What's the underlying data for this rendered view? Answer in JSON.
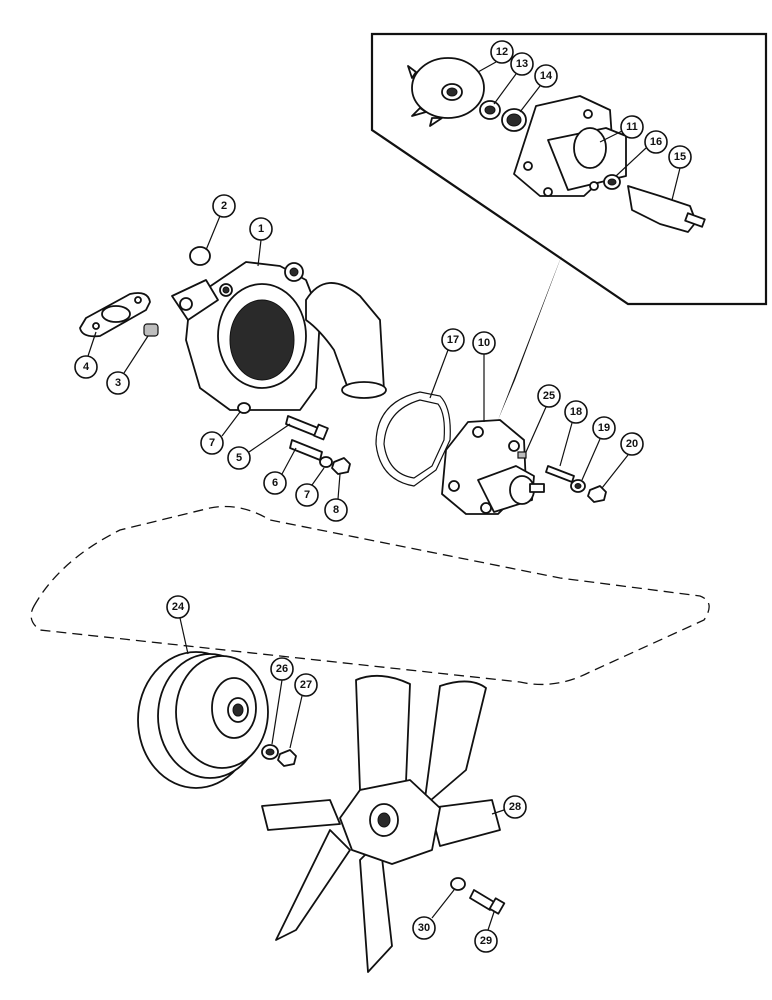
{
  "diagram": {
    "callouts": [
      {
        "id": "c1",
        "label": "1"
      },
      {
        "id": "c2",
        "label": "2"
      },
      {
        "id": "c3",
        "label": "3"
      },
      {
        "id": "c4",
        "label": "4"
      },
      {
        "id": "c5",
        "label": "5"
      },
      {
        "id": "c6",
        "label": "6"
      },
      {
        "id": "c7a",
        "label": "7"
      },
      {
        "id": "c7b",
        "label": "7"
      },
      {
        "id": "c8",
        "label": "8"
      },
      {
        "id": "c10",
        "label": "10"
      },
      {
        "id": "c11",
        "label": "11"
      },
      {
        "id": "c12",
        "label": "12"
      },
      {
        "id": "c13",
        "label": "13"
      },
      {
        "id": "c14",
        "label": "14"
      },
      {
        "id": "c15",
        "label": "15"
      },
      {
        "id": "c16",
        "label": "16"
      },
      {
        "id": "c17",
        "label": "17"
      },
      {
        "id": "c18",
        "label": "18"
      },
      {
        "id": "c19",
        "label": "19"
      },
      {
        "id": "c20",
        "label": "20"
      },
      {
        "id": "c24",
        "label": "24"
      },
      {
        "id": "c25",
        "label": "25"
      },
      {
        "id": "c26",
        "label": "26"
      },
      {
        "id": "c27",
        "label": "27"
      },
      {
        "id": "c28",
        "label": "28"
      },
      {
        "id": "c29",
        "label": "29"
      },
      {
        "id": "c30",
        "label": "30"
      }
    ]
  }
}
